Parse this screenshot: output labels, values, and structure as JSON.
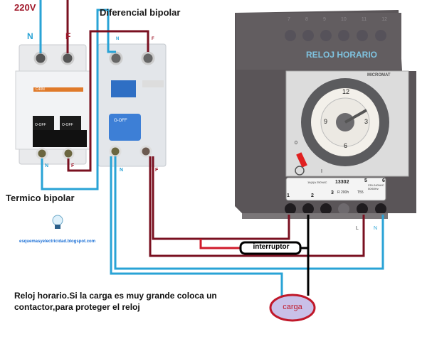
{
  "labels": {
    "voltage": "220V",
    "diferencial": "Diferencial bipolar",
    "reloj": "RELOJ HORARIO",
    "termico": "Termico bipolar",
    "website": "esquemasyelectricidad.blogspot.com",
    "interruptor": "interruptor",
    "carga": "carga",
    "note_line1": "Reloj horario.Si la carga es muy grande coloca un",
    "note_line2": "contactor,para proteger el reloj"
  },
  "terminals": {
    "breaker_top_n": "N",
    "breaker_top_f": "F",
    "breaker_bot_n": "N",
    "breaker_bot_f": "F",
    "rcd_top_n": "N",
    "rcd_top_f": "F",
    "rcd_bot_n": "N",
    "rcd_bot_f": "F",
    "timer_l": "L",
    "timer_n": "N"
  },
  "breaker": {
    "model": "C40N",
    "switch_left": "O-OFF",
    "switch_right": "O-OFF"
  },
  "rcd": {
    "switch": "O-OFF"
  },
  "timer": {
    "brand": "MICROMAT",
    "top_terminals": [
      "7",
      "8",
      "9",
      "10",
      "11",
      "12"
    ],
    "bottom_numbers": [
      "1",
      "2",
      "3",
      "5",
      "6"
    ],
    "model_code": "13302",
    "spec1": "16(4)A 250VAC",
    "spec2": "R 200h",
    "spec3": "T55",
    "spec4": "230-240VAC 50/60Hz",
    "dial_numbers": [
      "12",
      "3",
      "6",
      "9"
    ],
    "switch_pos_0": "0",
    "switch_pos_1": "I"
  },
  "colors": {
    "neutral_wire": "#29a3d6",
    "phase_wire": "#7a1020",
    "control_wire": "#000000",
    "label_red": "#a0182a",
    "reloj_text": "#7fc3e0",
    "carga_fill": "#c9c0e8",
    "carga_border": "#c0182a"
  }
}
